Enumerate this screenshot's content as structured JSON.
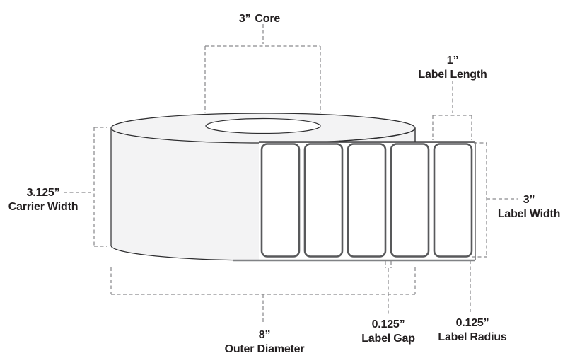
{
  "figure": {
    "kind": "label-roll-dimension-diagram",
    "label_count": 5,
    "annotations": {
      "core": {
        "value": "3”",
        "name": "Core"
      },
      "label_length": {
        "value": "1”",
        "name": "Label Length"
      },
      "carrier_width": {
        "value": "3.125”",
        "name": "Carrier Width"
      },
      "label_width": {
        "value": "3”",
        "name": "Label Width"
      },
      "outer_diameter": {
        "value": "8”",
        "name": "Outer Diameter"
      },
      "label_gap": {
        "value": "0.125”",
        "name": "Label Gap"
      },
      "label_radius": {
        "value": "0.125”",
        "name": "Label Radius"
      }
    },
    "colors": {
      "background": "#ffffff",
      "roll_fill": "#f3f3f4",
      "outline": "#2d2d2f",
      "label_border": "#58595b",
      "strip_edge": "#808285",
      "dash_line": "#8a8a8d",
      "text": "#231f20"
    }
  }
}
